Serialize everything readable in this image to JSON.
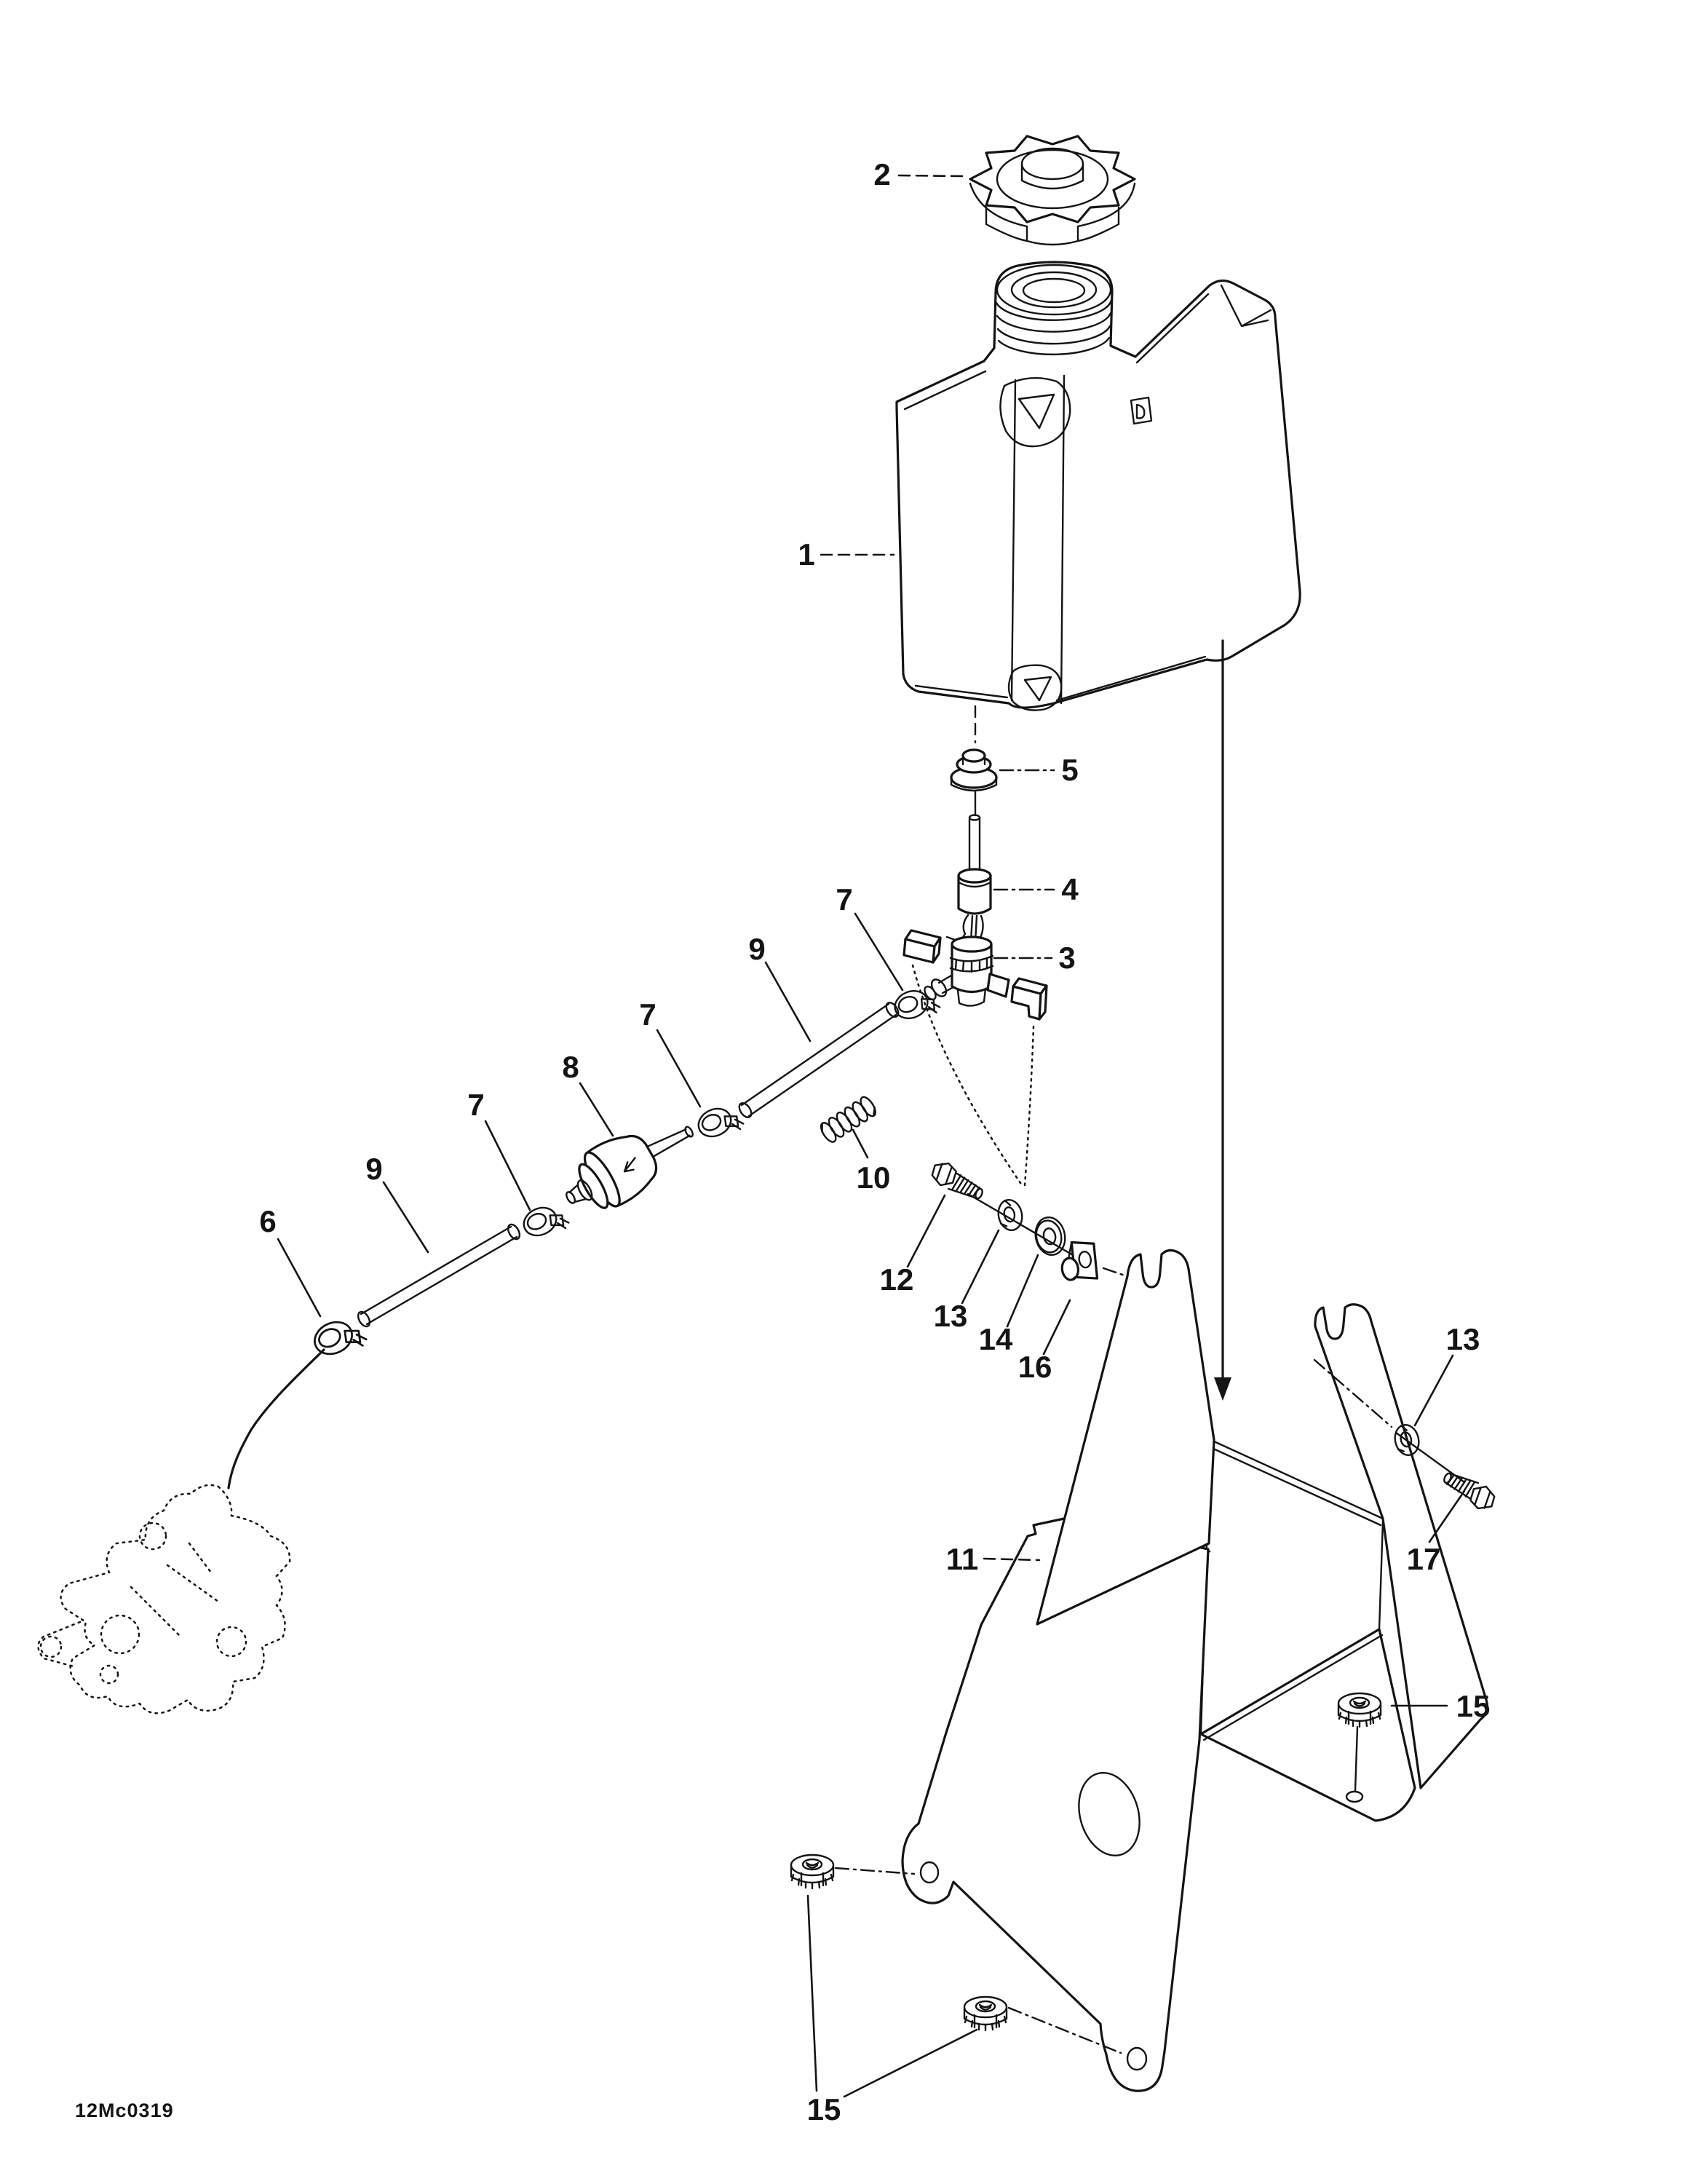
{
  "diagram": {
    "drawing_code": "12Mc0319",
    "type": "exploded-parts-diagram",
    "subject": "Oil tank and support assembly",
    "callouts": [
      {
        "label": "1"
      },
      {
        "label": "2"
      },
      {
        "label": "5"
      },
      {
        "label": "4"
      },
      {
        "label": "3"
      },
      {
        "label": "7"
      },
      {
        "label": "9"
      },
      {
        "label": "7"
      },
      {
        "label": "8"
      },
      {
        "label": "7"
      },
      {
        "label": "9"
      },
      {
        "label": "6"
      },
      {
        "label": "10"
      },
      {
        "label": "12"
      },
      {
        "label": "13"
      },
      {
        "label": "14"
      },
      {
        "label": "16"
      },
      {
        "label": "11"
      },
      {
        "label": "13"
      },
      {
        "label": "17"
      },
      {
        "label": "15"
      },
      {
        "label": "15"
      }
    ]
  }
}
